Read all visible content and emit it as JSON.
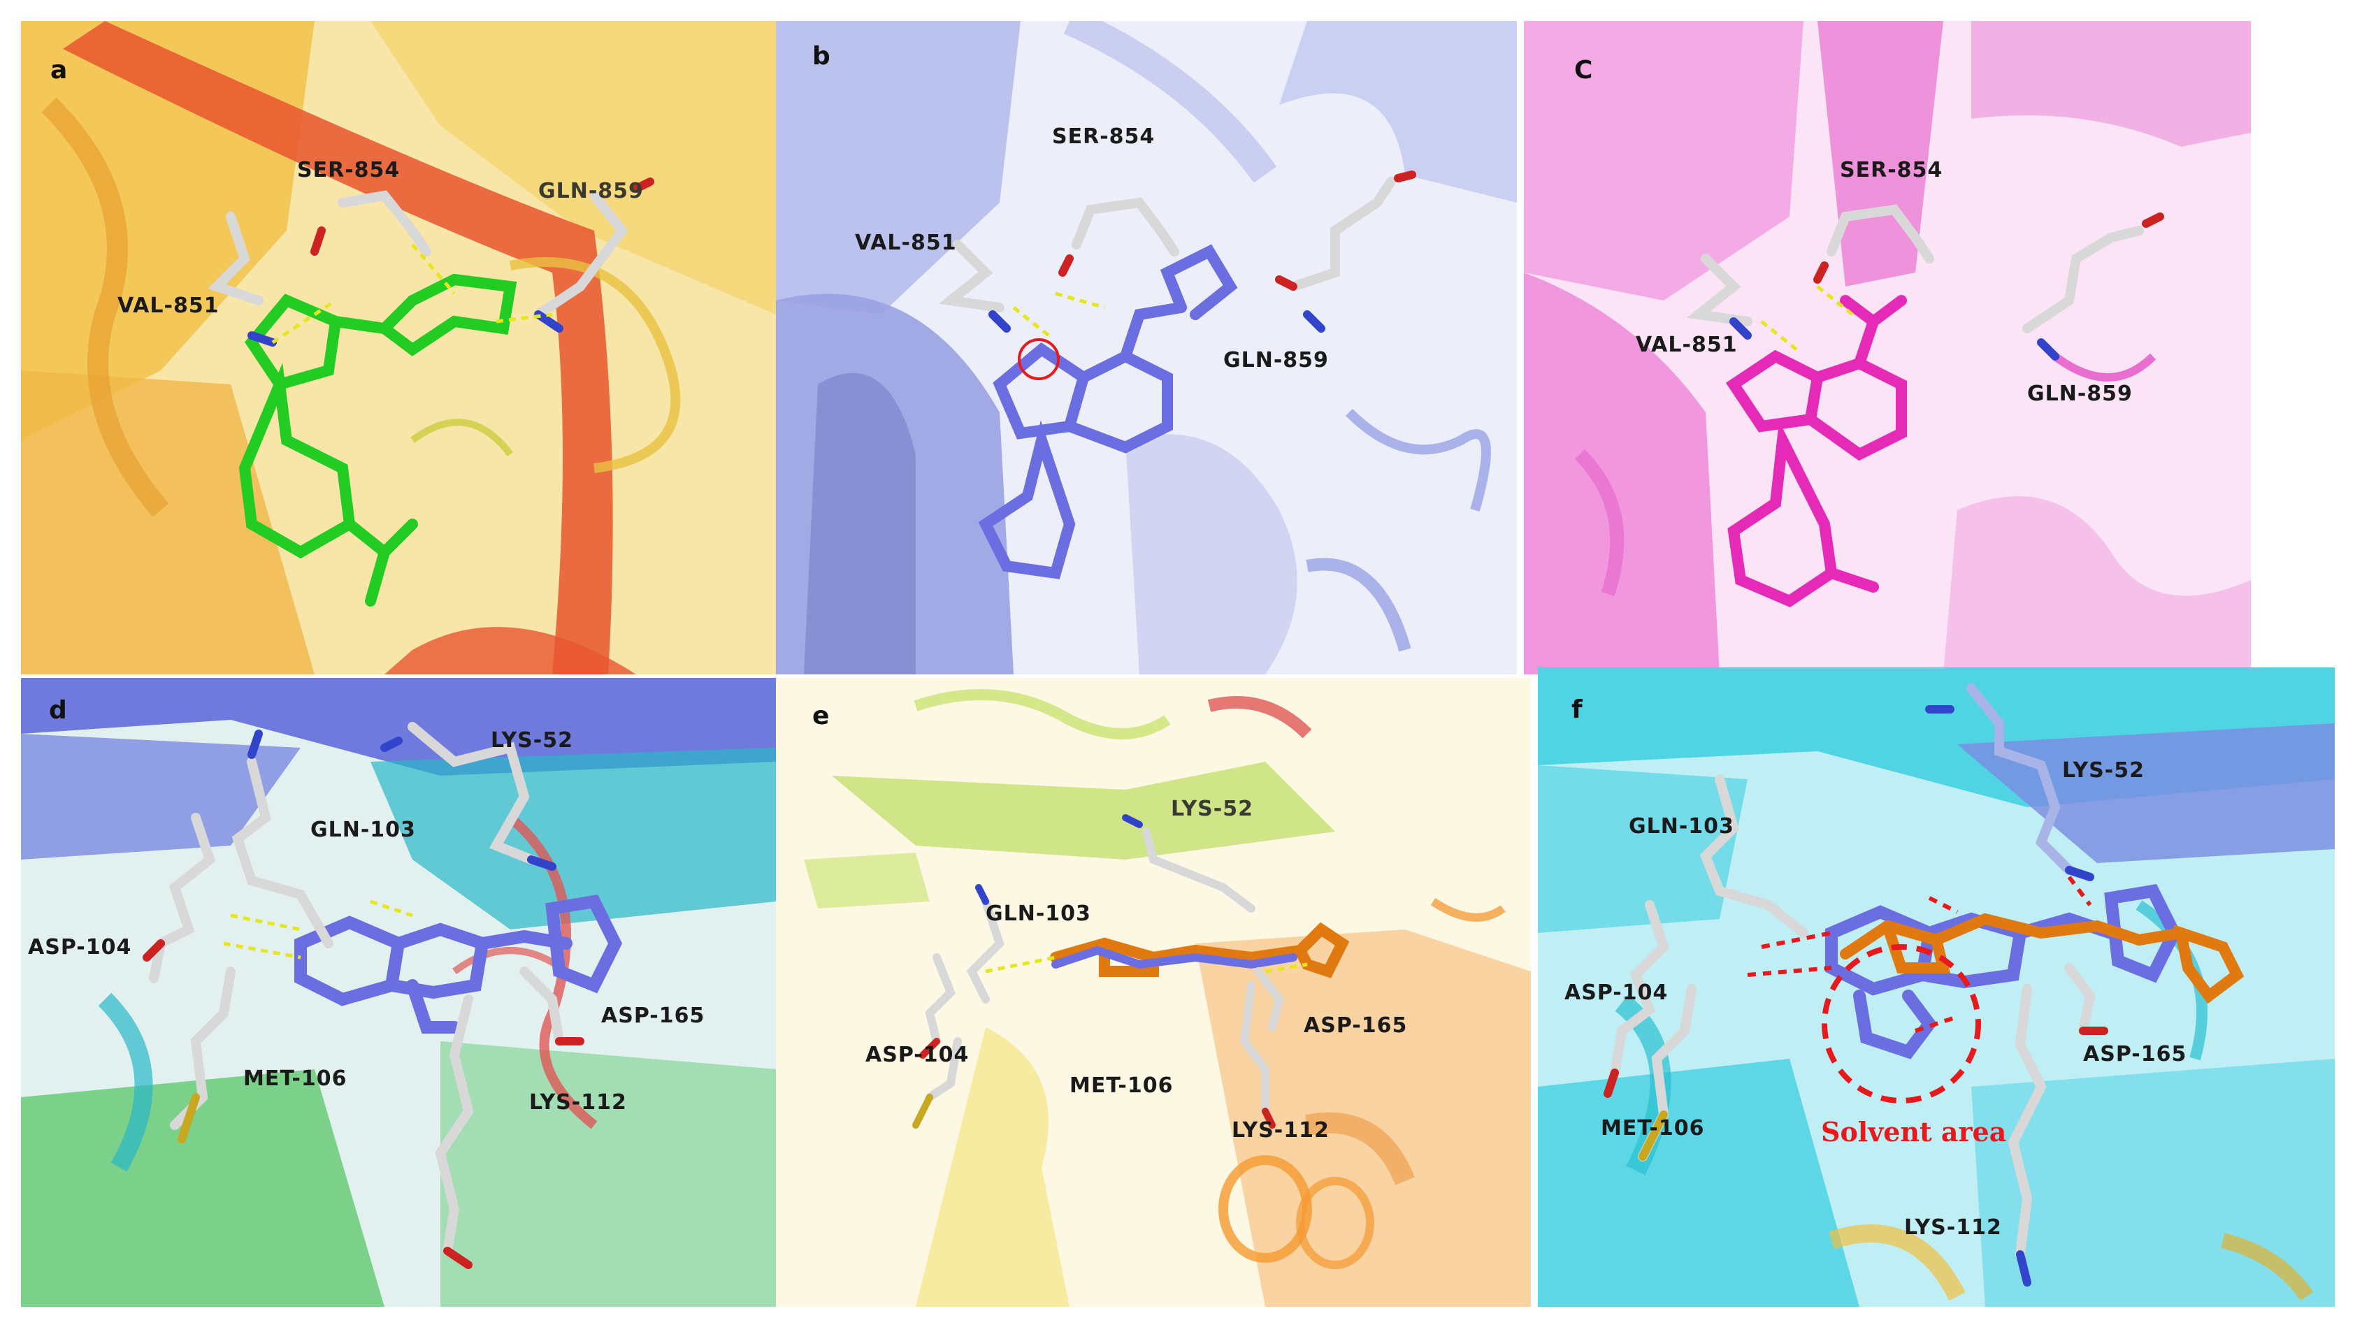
{
  "figure": {
    "panels": [
      {
        "letter": "a",
        "residues": [
          "SER-854",
          "GLN-859",
          "VAL-851"
        ],
        "ligand_color": "#22cc22",
        "background_colors": [
          "#f2c24a",
          "#e8552e",
          "#f5e08a"
        ]
      },
      {
        "letter": "b",
        "residues": [
          "SER-854",
          "VAL-851",
          "GLN-859"
        ],
        "ligand_color": "#6b6ee0",
        "background_colors": [
          "#c8cdf2",
          "#aab2ea",
          "#e4e6f8"
        ]
      },
      {
        "letter": "C",
        "residues": [
          "SER-854",
          "VAL-851",
          "GLN-859"
        ],
        "ligand_color": "#e62ab8",
        "background_colors": [
          "#f2a0e0",
          "#f7c4ec",
          "#e86fd0"
        ]
      },
      {
        "letter": "d",
        "residues": [
          "LYS-52",
          "GLN-103",
          "ASP-104",
          "MET-106",
          "LYS-112",
          "ASP-165"
        ],
        "ligand_color": "#6b6ee0",
        "background_colors": [
          "#5a66d8",
          "#2bb8c8",
          "#58c468",
          "#e05858"
        ]
      },
      {
        "letter": "e",
        "residues": [
          "LYS-52",
          "GLN-103",
          "ASP-104",
          "MET-106",
          "LYS-112",
          "ASP-165"
        ],
        "ligand_color": "#e07a10",
        "background_colors": [
          "#c8e078",
          "#f5e690",
          "#f5b060",
          "#e05858"
        ]
      },
      {
        "letter": "f",
        "residues": [
          "LYS-52",
          "GLN-103",
          "ASP-104",
          "MET-106",
          "LYS-112",
          "ASP-165"
        ],
        "ligand_color": "#e07a10",
        "annotation": "Solvent area",
        "annotation_color": "#e8191c",
        "background_colors": [
          "#3ccfe0",
          "#7a8ae0",
          "#a6e6ef"
        ]
      }
    ]
  }
}
